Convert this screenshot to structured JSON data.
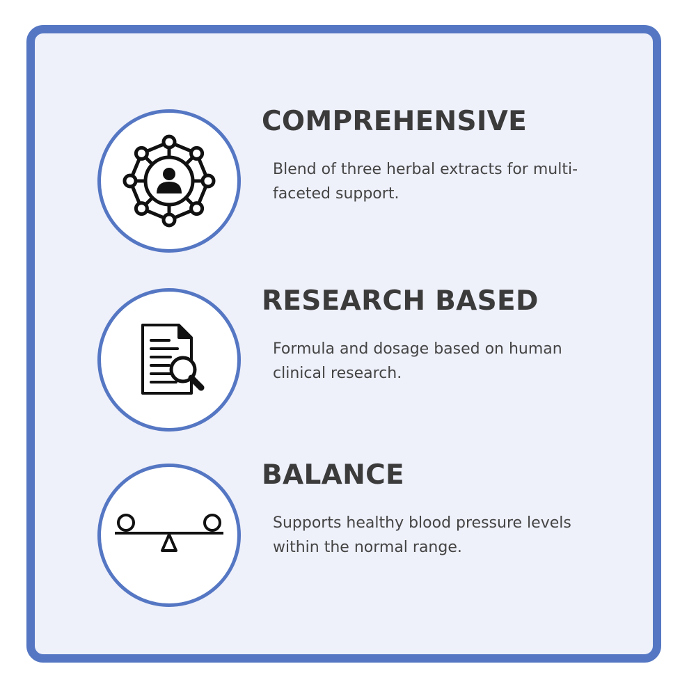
{
  "colors": {
    "accent": "#5577c3",
    "card_background": "#eef0fa",
    "text": "#3b3b3b",
    "icon": "#111111"
  },
  "features": [
    {
      "icon": "network-person-icon",
      "title": "COMPREHENSIVE",
      "description": "Blend of three herbal extracts for multi-faceted support."
    },
    {
      "icon": "document-search-icon",
      "title": "RESEARCH BASED",
      "description": "Formula and dosage based on human clinical research."
    },
    {
      "icon": "balance-scale-icon",
      "title": "BALANCE",
      "description": "Supports healthy blood pressure levels within the normal range."
    }
  ]
}
